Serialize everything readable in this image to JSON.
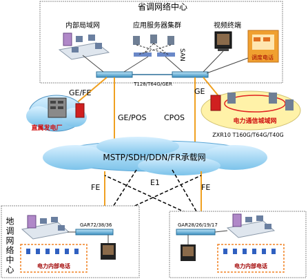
{
  "top_center": {
    "title": "省调网络中心",
    "lan_label": "内部局域网",
    "servers_label": "应用服务器集群",
    "san_label": "SAN",
    "video_label": "视频终端",
    "dispatch_phone_label": "调度电话",
    "switch_label": "T128/T64G/GER"
  },
  "links": {
    "ge_fe": "GE/FE",
    "ge_pos": "GE/POS",
    "cpos": "CPOS",
    "ge": "GE",
    "fe_left": "FE",
    "e1": "E1",
    "fe_right": "FE"
  },
  "left_cloud": {
    "label": "直属发电厂"
  },
  "right_ring": {
    "label": "电力通信城域网",
    "router_label": "ZXR10 T160G/T64G/T40G"
  },
  "center_cloud": {
    "label": "MSTP/SDH/DDN/FR承载网"
  },
  "bottom_left": {
    "title": "地调网络中心",
    "router_label": "GAR72/38/36",
    "phone_label": "电力内部电话"
  },
  "bottom_right": {
    "router_label": "GAR28/26/19/17",
    "phone_label": "电力内部电话"
  },
  "colors": {
    "orange_link": "#f0a020",
    "dashed_link": "#000000",
    "cloud_blue": "#9fd3f0",
    "ring_yellow": "#fff2a8",
    "red": "#e02020"
  }
}
